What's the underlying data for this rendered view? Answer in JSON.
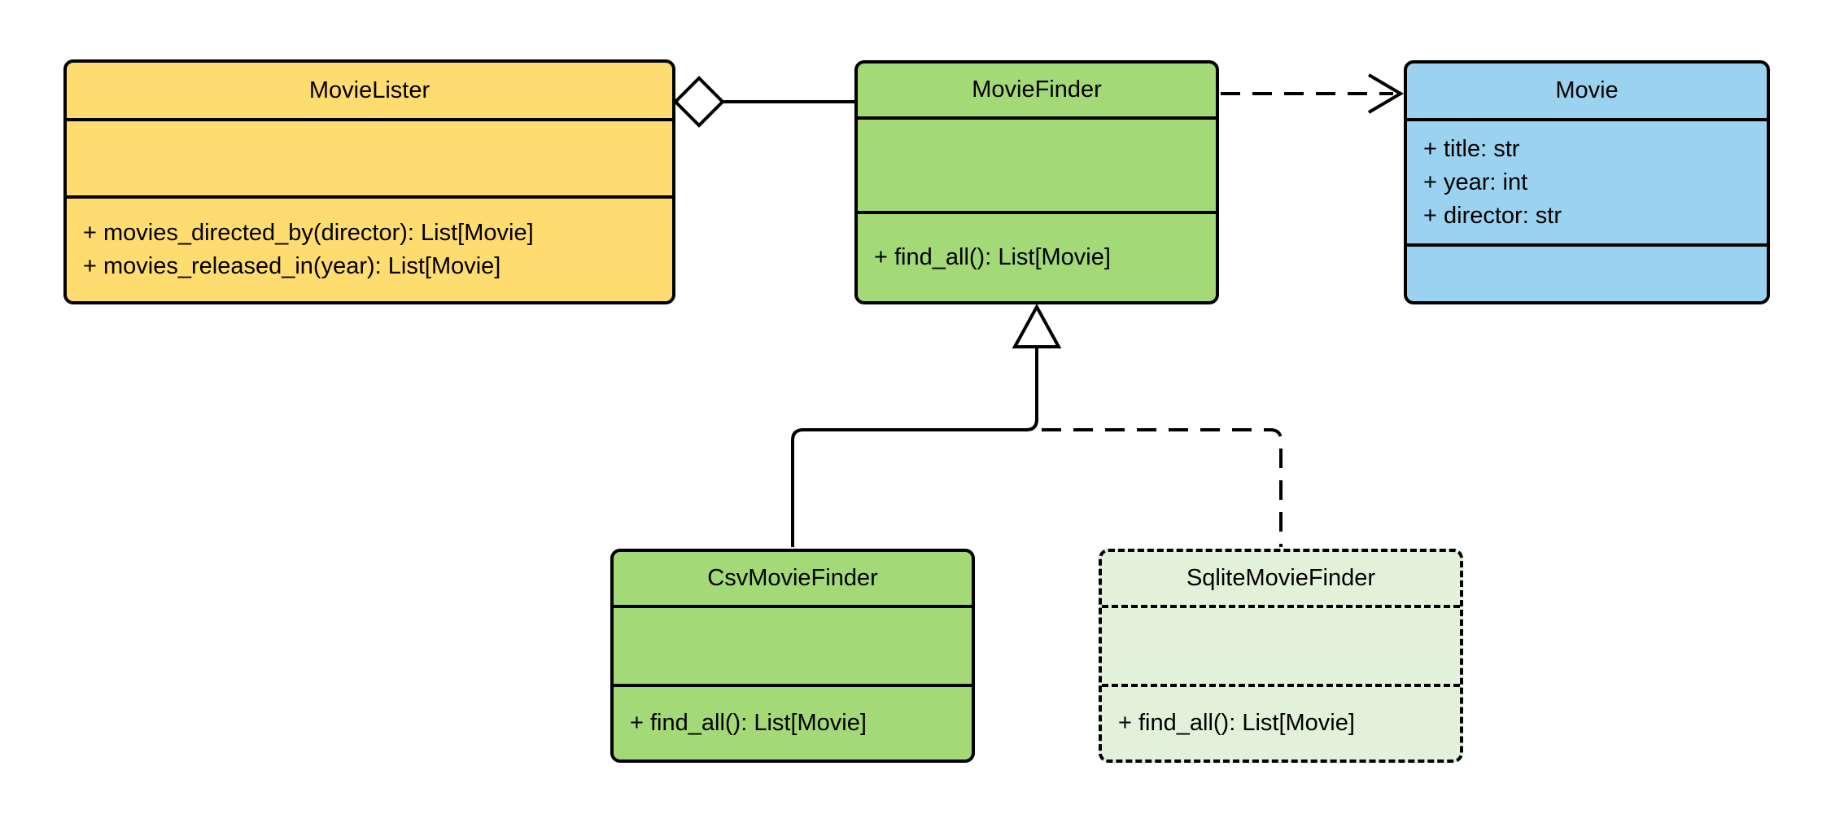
{
  "diagram": {
    "type": "uml-class-diagram",
    "classes": [
      {
        "name": "MovieLister",
        "attributes": [],
        "methods": [
          "+ movies_directed_by(director): List[Movie]",
          "+ movies_released_in(year): List[Movie]"
        ],
        "fill_color": "#FFDC70",
        "border_style": "solid"
      },
      {
        "name": "MovieFinder",
        "attributes": [],
        "methods": [
          "+ find_all(): List[Movie]"
        ],
        "fill_color": "#A3D977",
        "border_style": "solid"
      },
      {
        "name": "Movie",
        "attributes": [
          "+ title: str",
          "+ year: int",
          "+ director: str"
        ],
        "methods": [],
        "fill_color": "#9BD2F0",
        "border_style": "solid"
      },
      {
        "name": "CsvMovieFinder",
        "attributes": [],
        "methods": [
          "+ find_all(): List[Movie]"
        ],
        "fill_color": "#A3D977",
        "border_style": "solid"
      },
      {
        "name": "SqliteMovieFinder",
        "attributes": [],
        "methods": [
          "+ find_all(): List[Movie]"
        ],
        "fill_color": "#E2F2DA",
        "border_style": "dashed"
      }
    ],
    "relationships": [
      {
        "type": "aggregation",
        "owner": "MovieLister",
        "part": "MovieFinder",
        "line": "solid",
        "marker": "hollow-diamond"
      },
      {
        "type": "dependency",
        "from": "MovieFinder",
        "to": "Movie",
        "line": "dashed",
        "marker": "open-arrow"
      },
      {
        "type": "generalization",
        "child": "CsvMovieFinder",
        "parent": "MovieFinder",
        "line": "solid",
        "marker": "hollow-triangle"
      },
      {
        "type": "generalization",
        "child": "SqliteMovieFinder",
        "parent": "MovieFinder",
        "line": "dashed",
        "marker": "hollow-triangle"
      }
    ],
    "colors": {
      "background": "#ffffff",
      "stroke": "#000000",
      "text": "#000000",
      "yellow_fill": "#FFDC70",
      "green_fill": "#A3D977",
      "blue_fill": "#9BD2F0",
      "light_green_fill": "#E2F2DA"
    }
  }
}
